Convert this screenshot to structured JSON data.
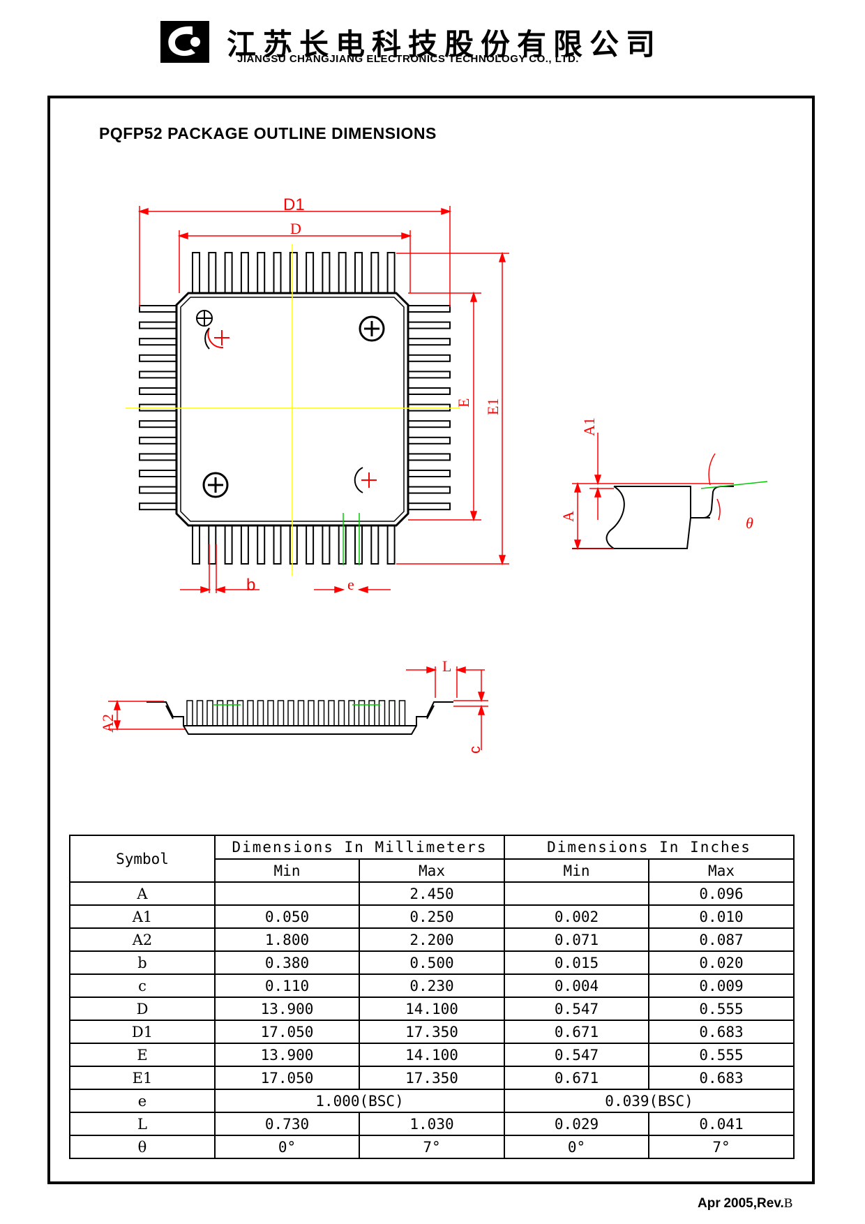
{
  "header": {
    "company_cn": "江苏长电科技股份有限公司",
    "company_en": "JIANGSU CHANGJIANG ELECTRONICS TECHNOLOGY CO., LTD."
  },
  "title": "PQFP52  PACKAGE  OUTLINE  DIMENSIONS",
  "drawing_labels": {
    "D1": "D1",
    "D": "D",
    "E": "E",
    "E1": "E1",
    "b": "b",
    "e": "e",
    "A": "A",
    "A1": "A1",
    "A2": "A2",
    "L": "L",
    "c": "c",
    "theta": "θ"
  },
  "colors": {
    "dimension": "#ff0000",
    "centerline": "#ffff00",
    "lead_mark": "#00cc00",
    "outline": "#000000"
  },
  "table": {
    "header": {
      "symbol": "Symbol",
      "mm": "Dimensions In Millimeters",
      "inch": "Dimensions In Inches",
      "min": "Min",
      "max": "Max"
    },
    "rows": [
      {
        "symbol": "A",
        "mm_min": "",
        "mm_max": "2.450",
        "in_min": "",
        "in_max": "0.096"
      },
      {
        "symbol": "A1",
        "mm_min": "0.050",
        "mm_max": "0.250",
        "in_min": "0.002",
        "in_max": "0.010"
      },
      {
        "symbol": "A2",
        "mm_min": "1.800",
        "mm_max": "2.200",
        "in_min": "0.071",
        "in_max": "0.087"
      },
      {
        "symbol": "b",
        "mm_min": "0.380",
        "mm_max": "0.500",
        "in_min": "0.015",
        "in_max": "0.020"
      },
      {
        "symbol": "c",
        "mm_min": "0.110",
        "mm_max": "0.230",
        "in_min": "0.004",
        "in_max": "0.009"
      },
      {
        "symbol": "D",
        "mm_min": "13.900",
        "mm_max": "14.100",
        "in_min": "0.547",
        "in_max": "0.555"
      },
      {
        "symbol": "D1",
        "mm_min": "17.050",
        "mm_max": "17.350",
        "in_min": "0.671",
        "in_max": "0.683"
      },
      {
        "symbol": "E",
        "mm_min": "13.900",
        "mm_max": "14.100",
        "in_min": "0.547",
        "in_max": "0.555"
      },
      {
        "symbol": "E1",
        "mm_min": "17.050",
        "mm_max": "17.350",
        "in_min": "0.671",
        "in_max": "0.683"
      },
      {
        "symbol": "e",
        "mm_span": "1.000(BSC)",
        "in_span": "0.039(BSC)"
      },
      {
        "symbol": "L",
        "mm_min": "0.730",
        "mm_max": "1.030",
        "in_min": "0.029",
        "in_max": "0.041"
      },
      {
        "symbol": "θ",
        "mm_min": "0°",
        "mm_max": "7°",
        "in_min": "0°",
        "in_max": "7°"
      }
    ]
  },
  "footer": {
    "month": "Apr",
    "year": "2005",
    "rev_prefix": ",Rev.",
    "rev": "B"
  }
}
